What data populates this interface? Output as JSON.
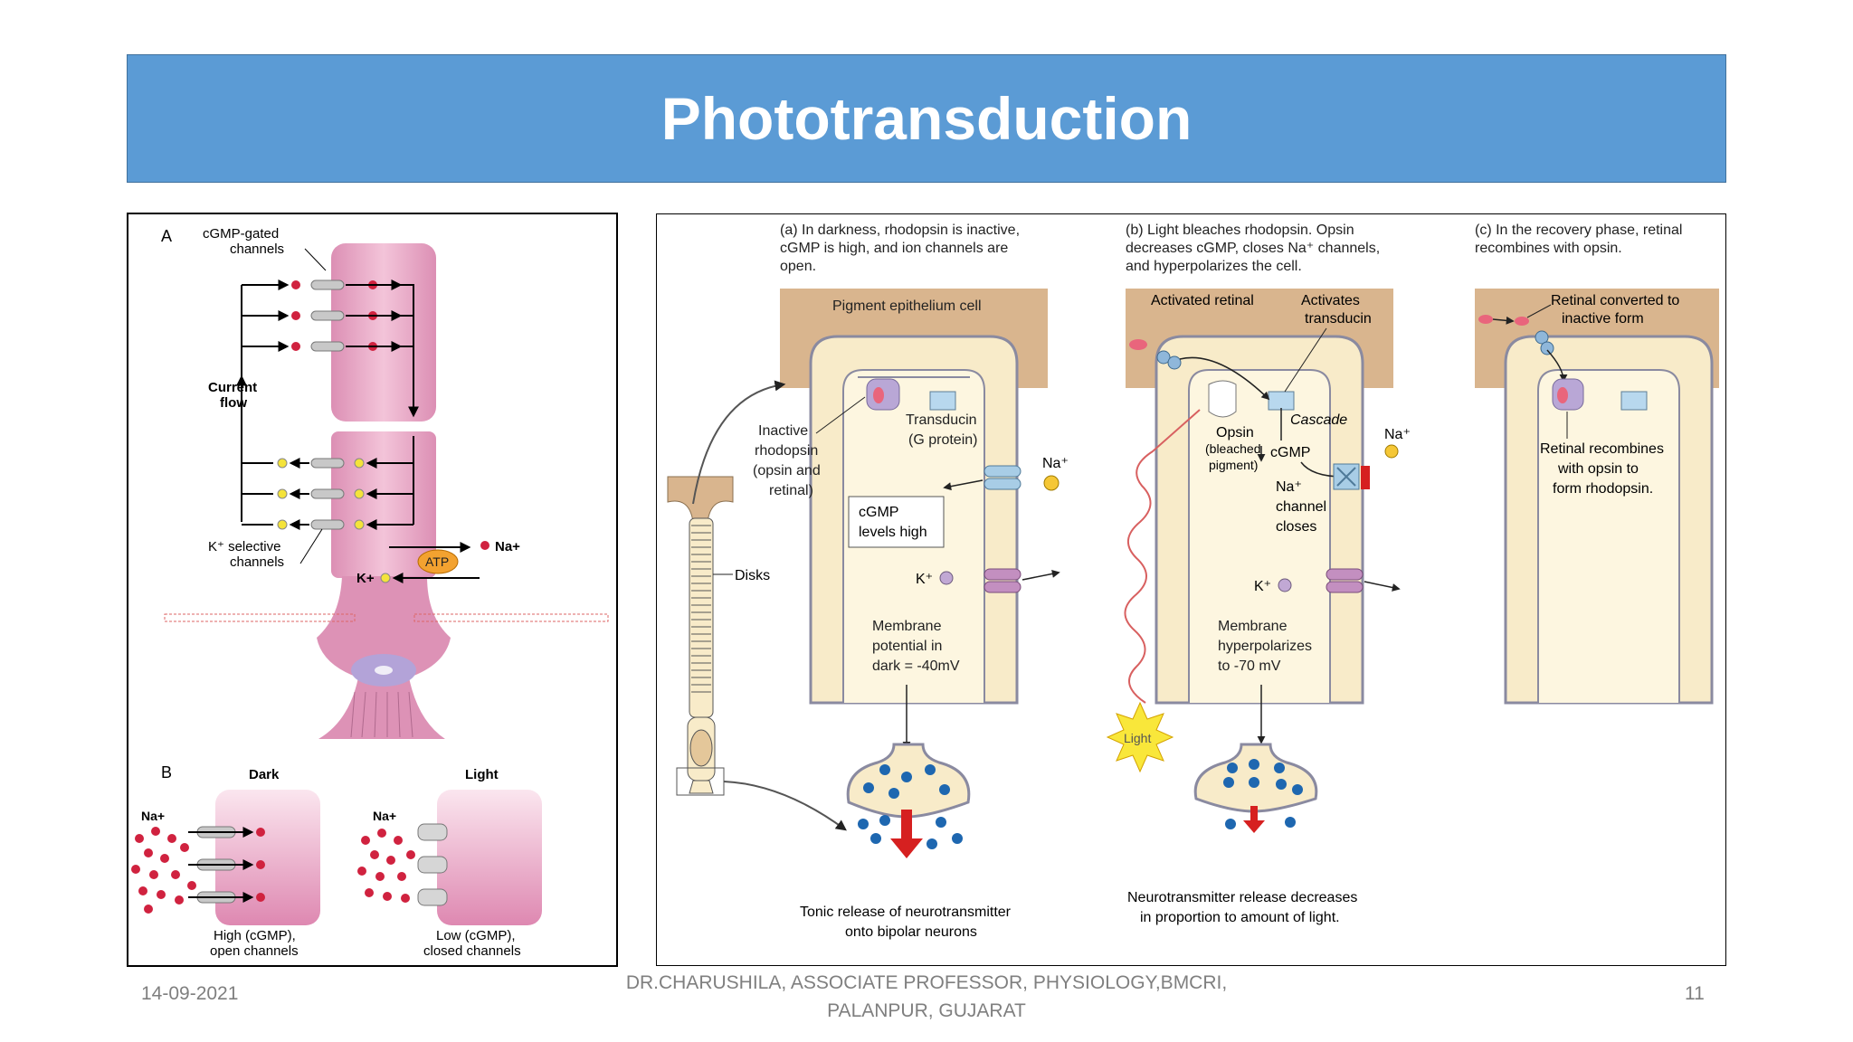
{
  "slide": {
    "title": "Phototransduction",
    "colors": {
      "banner": "#5b9bd5",
      "footer_text": "#7f7f7f",
      "cell_pink": "#e7a9c6",
      "cell_tan": "#f8ebc9",
      "epithelium": "#d9b58e"
    }
  },
  "footer": {
    "date": "14-09-2021",
    "author_line1": "DR.CHARUSHILA, ASSOCIATE PROFESSOR, PHYSIOLOGY,BMCRI,",
    "author_line2": "PALANPUR, GUJARAT",
    "page": "11"
  },
  "figA": {
    "panel_a": "A",
    "cgmp_channels_1": "cGMP-gated",
    "cgmp_channels_2": "channels",
    "current_1": "Current",
    "current_2": "flow",
    "k_channels_1": "K⁺ selective",
    "k_channels_2": "channels",
    "atp": "ATP",
    "na": "Na+",
    "k": "K+",
    "panel_b": "B",
    "dark": "Dark",
    "light": "Light",
    "na_dark": "Na+",
    "na_light": "Na+",
    "dark_cap_1": "High (cGMP),",
    "dark_cap_2": "open channels",
    "light_cap_1": "Low (cGMP),",
    "light_cap_2": "closed channels"
  },
  "figB": {
    "a_1": "(a) In darkness, rhodopsin is inactive,",
    "a_2": "cGMP is high, and  ion channels are",
    "a_3": "open.",
    "b_1": "(b) Light bleaches rhodopsin. Opsin",
    "b_2": "decreases cGMP, closes Na⁺ channels,",
    "b_3": "and hyperpolarizes the cell.",
    "c_1": "(c) In the recovery phase, retinal",
    "c_2": "recombines with opsin.",
    "pigment": "Pigment epithelium cell",
    "inactive_1": "Inactive",
    "inactive_2": "rhodopsin",
    "inactive_3": "(opsin and",
    "inactive_4": "retinal)",
    "transducin_1": "Transducin",
    "transducin_2": "(G protein)",
    "cgmp_high_1": "cGMP",
    "cgmp_high_2": "levels high",
    "na_a": "Na⁺",
    "k_a": "K⁺",
    "disks": "Disks",
    "mem_a_1": "Membrane",
    "mem_a_2": "potential in",
    "mem_a_3": "dark = -40mV",
    "tonic_1": "Tonic release of neurotransmitter",
    "tonic_2": "onto bipolar neurons",
    "activated_retinal": "Activated retinal",
    "activates_1": "Activates",
    "activates_2": "transducin",
    "cascade": "Cascade",
    "opsin_1": "Opsin",
    "opsin_2": "(bleached",
    "opsin_3": "pigment)",
    "cgmp_b": "cGMP",
    "na_b": "Na⁺",
    "na_closes_1": "Na⁺",
    "na_closes_2": "channel",
    "na_closes_3": "closes",
    "k_b": "K⁺",
    "light": "Light",
    "mem_b_1": "Membrane",
    "mem_b_2": "hyperpolarizes",
    "mem_b_3": "to -70 mV",
    "nt_dec_1": "Neurotransmitter release decreases",
    "nt_dec_2": "in proportion to amount of light.",
    "retinal_conv_1": "Retinal converted to",
    "retinal_conv_2": "inactive form",
    "recomb_1": "Retinal recombines",
    "recomb_2": "with opsin to",
    "recomb_3": "form rhodopsin."
  }
}
